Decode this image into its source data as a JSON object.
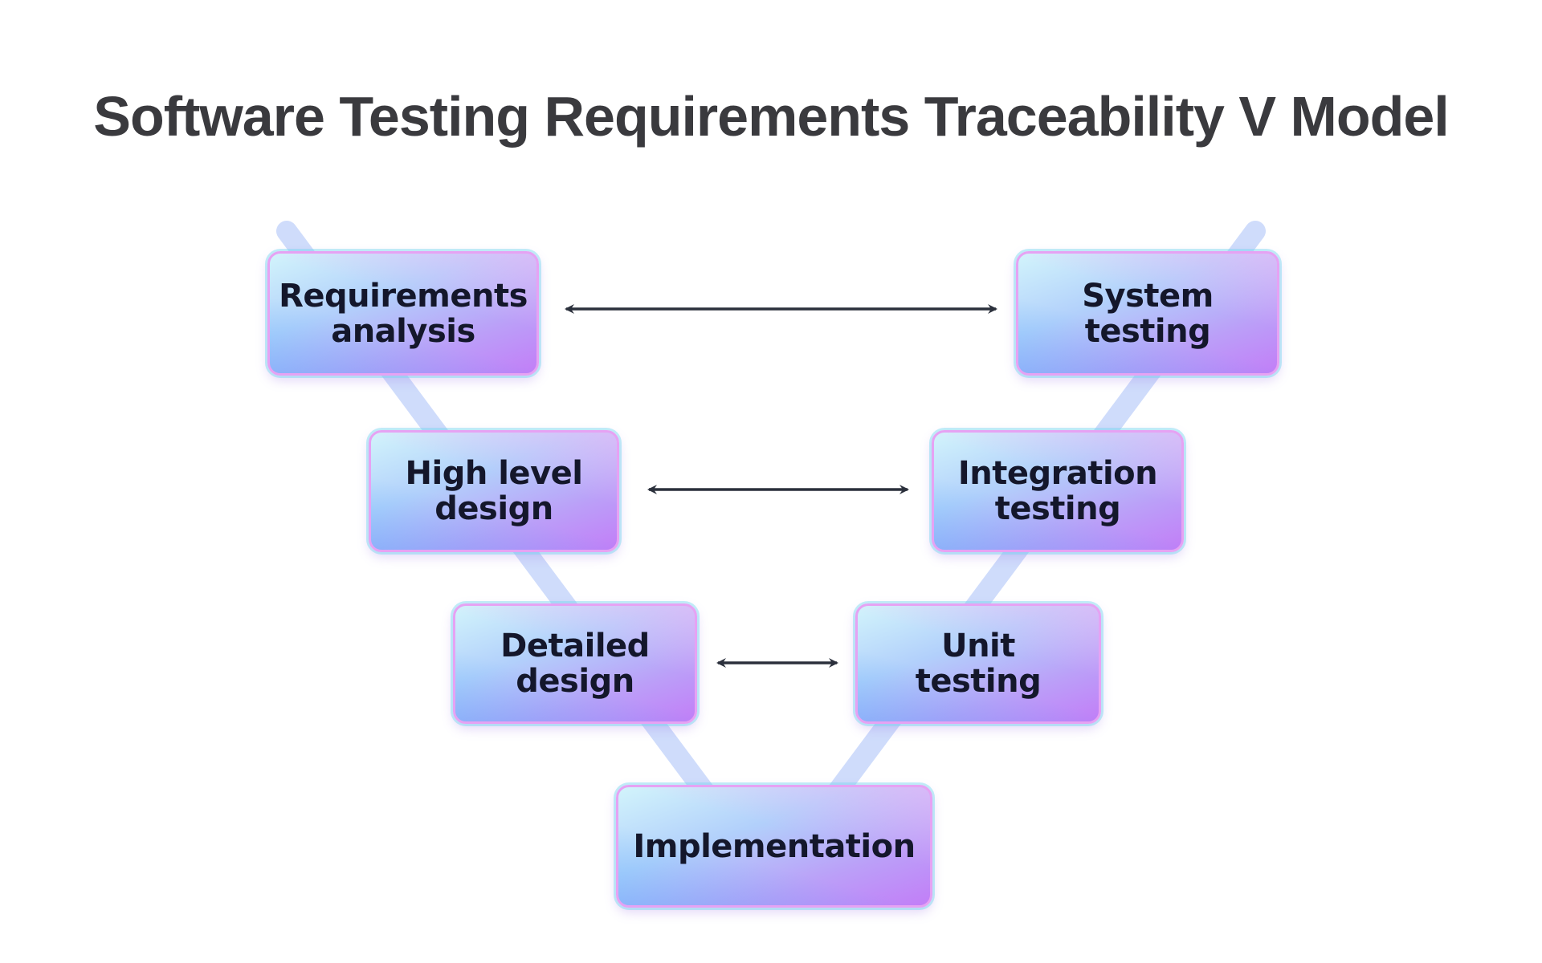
{
  "title": "Software Testing Requirements Traceability V Model",
  "nodes": {
    "requirements_analysis": "Requirements\nanalysis",
    "high_level_design": "High level\ndesign",
    "detailed_design": "Detailed\ndesign",
    "implementation": "Implementation",
    "unit_testing": "Unit\ntesting",
    "integration_testing": "Integration\ntesting",
    "system_testing": "System\ntesting"
  },
  "colors": {
    "v_path": "#cfdcfb",
    "arrow": "#2b303c",
    "node_border": "#e6a2f3",
    "title": "#3a3a3e",
    "label": "#14172b"
  }
}
